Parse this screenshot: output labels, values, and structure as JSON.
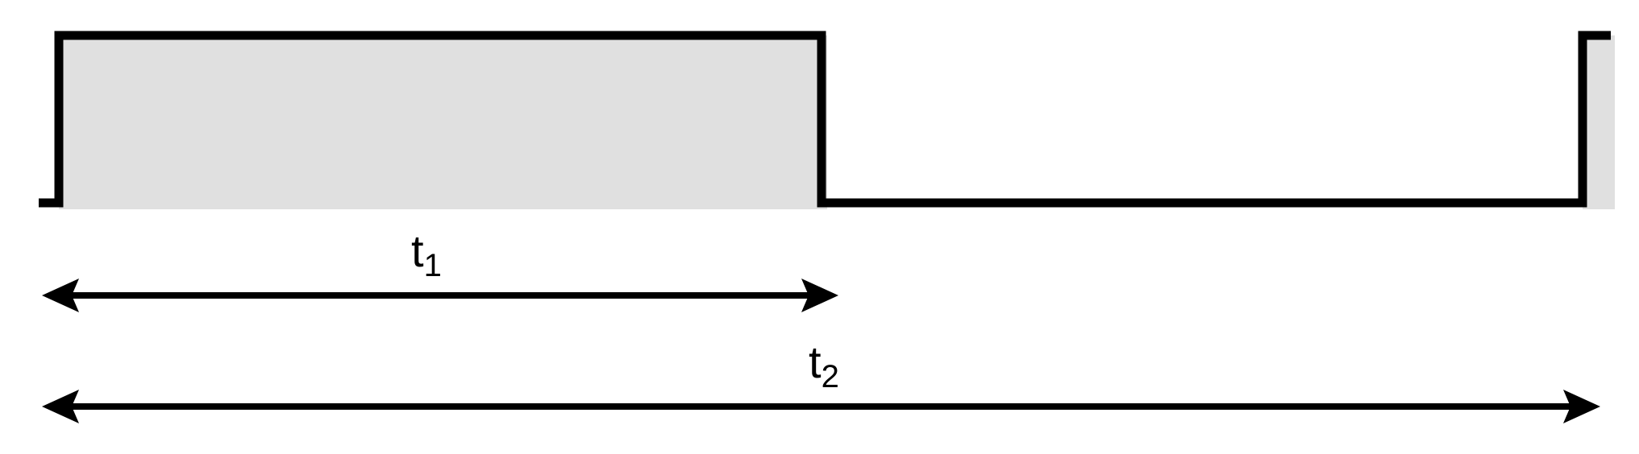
{
  "diagram": {
    "labels": {
      "t1": {
        "base": "t",
        "subscript": "1"
      },
      "t2": {
        "base": "t",
        "subscript": "2"
      }
    },
    "colors": {
      "stroke": "#000000",
      "fill_high": "#e0e0e0",
      "background": "#ffffff"
    }
  }
}
